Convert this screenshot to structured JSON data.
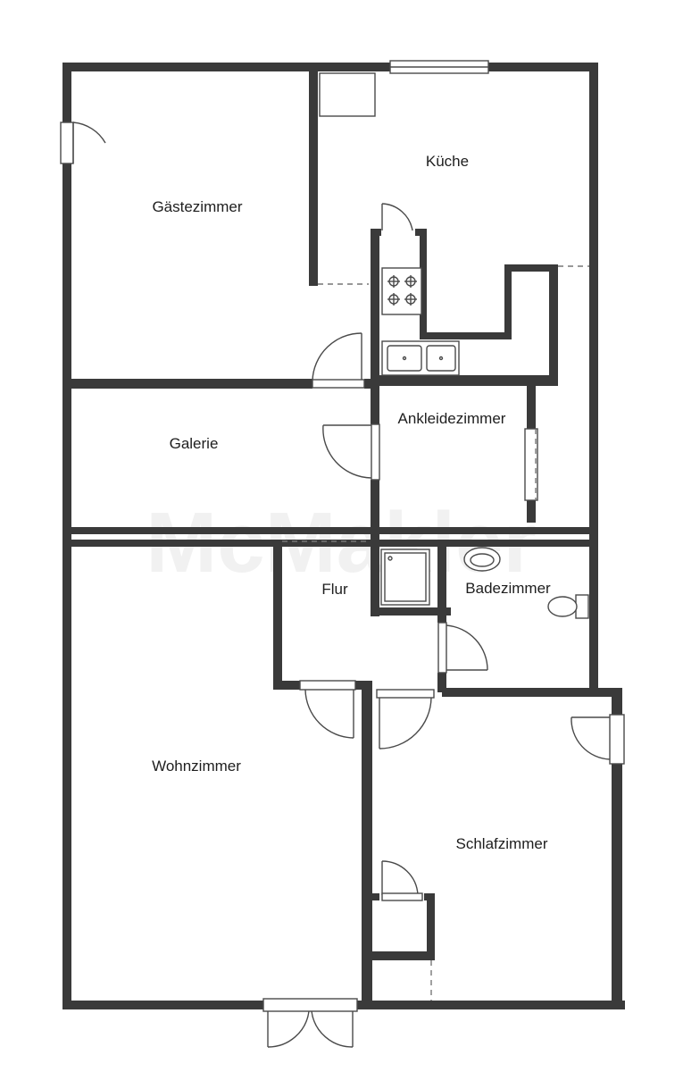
{
  "watermark": "McMakler",
  "rooms": {
    "gaestezimmer": "Gästezimmer",
    "kueche": "Küche",
    "galerie": "Galerie",
    "ankleidezimmer": "Ankleidezimmer",
    "flur": "Flur",
    "badezimmer": "Badezimmer",
    "wohnzimmer": "Wohnzimmer",
    "schlafzimmer": "Schlafzimmer"
  },
  "colors": {
    "wall": "#3a3a3a",
    "background": "#ffffff",
    "watermark": "#e6e6e6"
  }
}
